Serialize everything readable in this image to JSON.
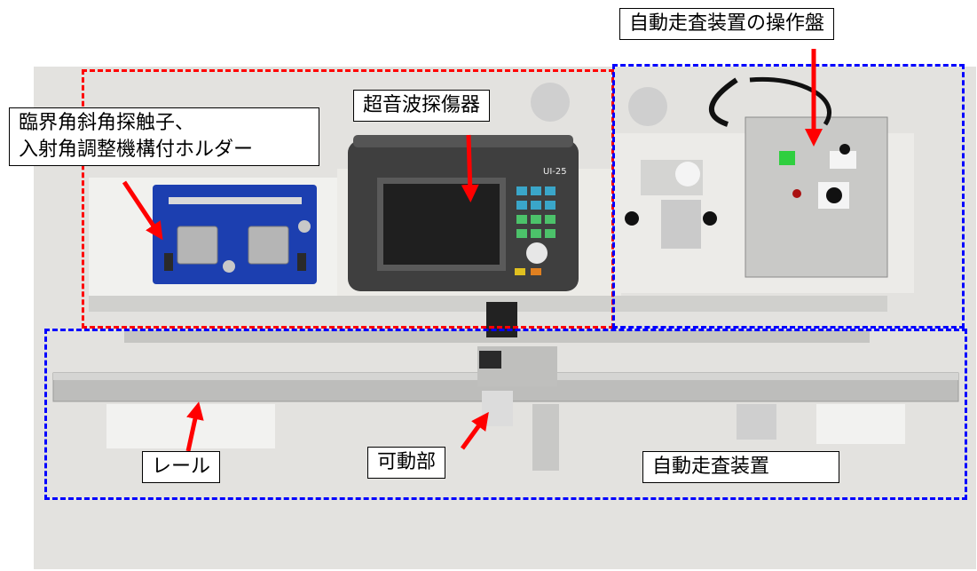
{
  "labels": {
    "probe_holder_line1": "臨界角斜角探触子、",
    "probe_holder_line2": "入射角調整機構付ホルダー",
    "flaw_detector": "超音波探傷器",
    "control_panel": "自動走査装置の操作盤",
    "rail": "レール",
    "movable_part": "可動部",
    "auto_scanner": "自動走査装置"
  },
  "device_text": {
    "model": "UI-25"
  },
  "colors": {
    "annotation_red": "#ff0000",
    "annotation_blue": "#0000ff",
    "label_bg": "#ffffff",
    "label_border": "#000000",
    "background_board": "#e3e2df",
    "case_foam": "#1c3fb0"
  }
}
